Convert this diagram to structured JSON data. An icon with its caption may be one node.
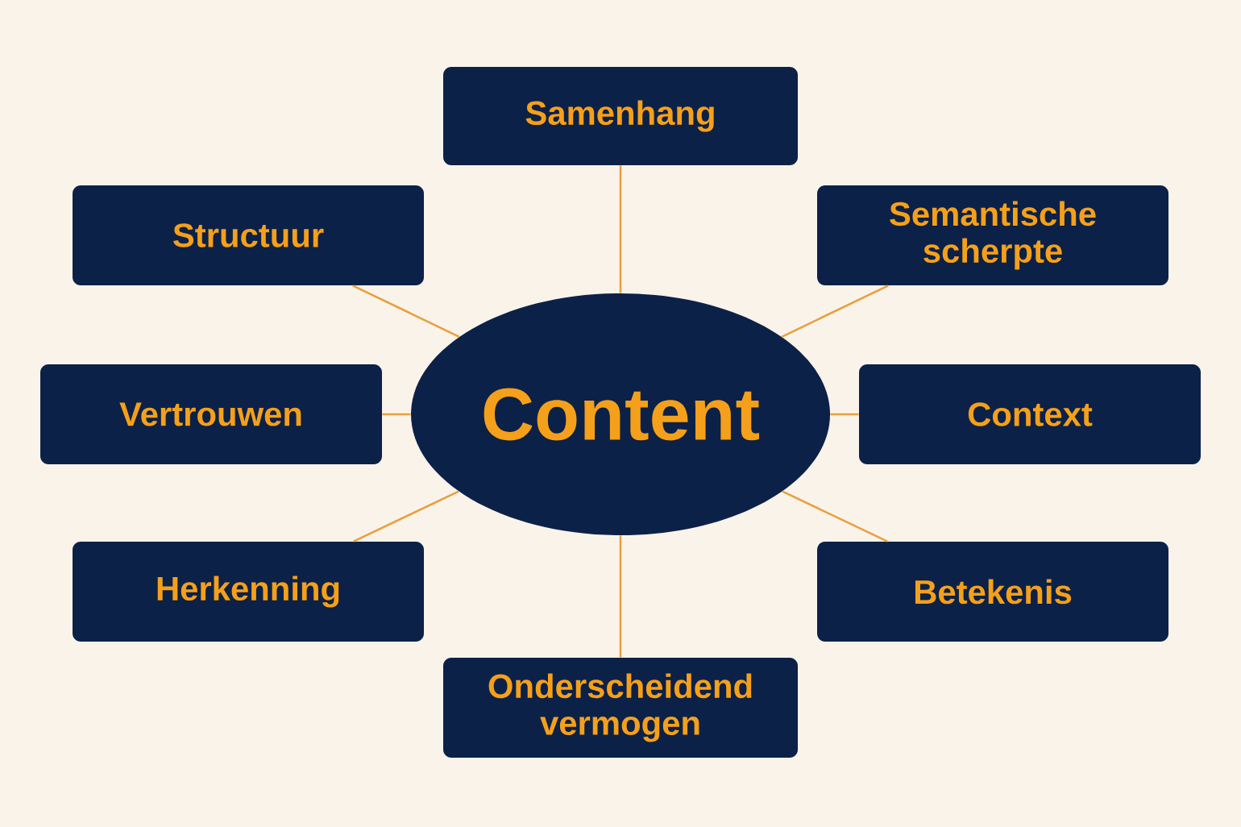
{
  "diagram": {
    "nodes": [
      {
        "text": [
          "Content"
        ]
      },
      {
        "text": [
          "Samenhang"
        ]
      },
      {
        "text": [
          "Structuur"
        ]
      },
      {
        "text": [
          "Semantische scherpte"
        ]
      },
      {
        "text": [
          "Vertrouwen"
        ]
      },
      {
        "text": [
          "Context"
        ]
      },
      {
        "text": [
          "Herkenning"
        ]
      },
      {
        "text": [
          "Betekenis"
        ]
      },
      {
        "text": [
          "Onderscheidend vermogen"
        ]
      }
    ],
    "edges": [
      {
        "from": 0,
        "to": 1,
        "arrow": "none"
      },
      {
        "from": 0,
        "to": 2,
        "arrow": "none"
      },
      {
        "from": 0,
        "to": 3,
        "arrow": "none"
      },
      {
        "from": 0,
        "to": 4,
        "arrow": "none"
      },
      {
        "from": 0,
        "to": 5,
        "arrow": "none"
      },
      {
        "from": 0,
        "to": 6,
        "arrow": "none"
      },
      {
        "from": 0,
        "to": 7,
        "arrow": "none"
      },
      {
        "from": 0,
        "to": 8,
        "arrow": "none"
      }
    ]
  }
}
